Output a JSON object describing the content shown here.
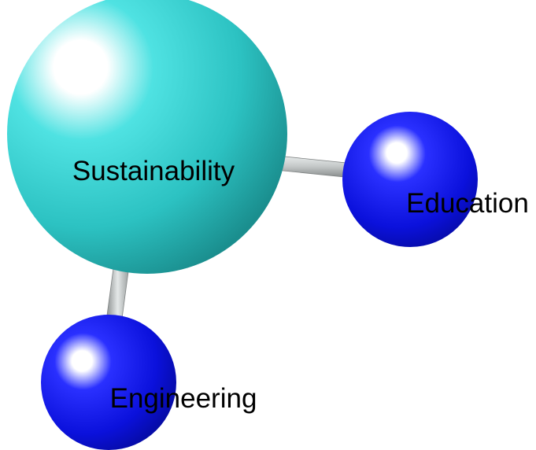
{
  "diagram": {
    "nodes": [
      {
        "id": "sustainability",
        "label": "Sustainability",
        "color": "#2ec8c8",
        "highlight": "#ffffff"
      },
      {
        "id": "education",
        "label": "Education",
        "color": "#0a10d8",
        "highlight": "#ffffff"
      },
      {
        "id": "engineering",
        "label": "Engineering",
        "color": "#0a10d8",
        "highlight": "#ffffff"
      }
    ],
    "edges": [
      {
        "from": "sustainability",
        "to": "education"
      },
      {
        "from": "sustainability",
        "to": "engineering"
      }
    ],
    "edge_color": "#b8bcbc"
  }
}
